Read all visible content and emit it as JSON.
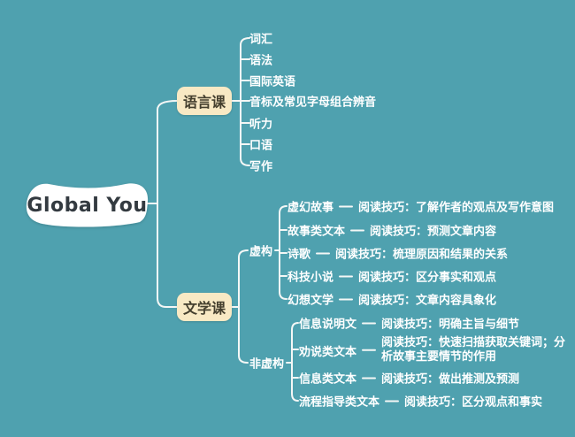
{
  "colors": {
    "background": "#4FA1AF",
    "connector": "#F4F7F6",
    "root_bg": "#FFFFFF",
    "branch_bg": "#F8E9C4",
    "branch_text": "#443F2E",
    "leaf_text": "#FFFFFF"
  },
  "root": {
    "label": "Global You"
  },
  "branches": [
    {
      "label": "语言课",
      "children": [
        {
          "label": "词汇"
        },
        {
          "label": "语法"
        },
        {
          "label": "国际英语"
        },
        {
          "label": "音标及常见字母组合辨音"
        },
        {
          "label": "听力"
        },
        {
          "label": "口语"
        },
        {
          "label": "写作"
        }
      ]
    },
    {
      "label": "文学课",
      "children": [
        {
          "label": "虚构",
          "children": [
            {
              "topic": "虚幻故事",
              "technique": "阅读技巧：了解作者的观点及写作意图"
            },
            {
              "topic": "故事类文本",
              "technique": "阅读技巧：预测文章内容"
            },
            {
              "topic": "诗歌",
              "technique": "阅读技巧：梳理原因和结果的关系"
            },
            {
              "topic": "科技小说",
              "technique": "阅读技巧：区分事实和观点"
            },
            {
              "topic": "幻想文学",
              "technique": "阅读技巧：文章内容具象化"
            }
          ]
        },
        {
          "label": "非虚构",
          "children": [
            {
              "topic": "信息说明文",
              "technique": "阅读技巧：明确主旨与细节"
            },
            {
              "topic": "劝说类文本",
              "technique": "阅读技巧：快速扫描获取关键词；分析故事主要情节的作用"
            },
            {
              "topic": "信息类文本",
              "technique": "阅读技巧：做出推测及预测"
            },
            {
              "topic": "流程指导类文本",
              "technique": "阅读技巧：区分观点和事实"
            }
          ]
        }
      ]
    }
  ]
}
